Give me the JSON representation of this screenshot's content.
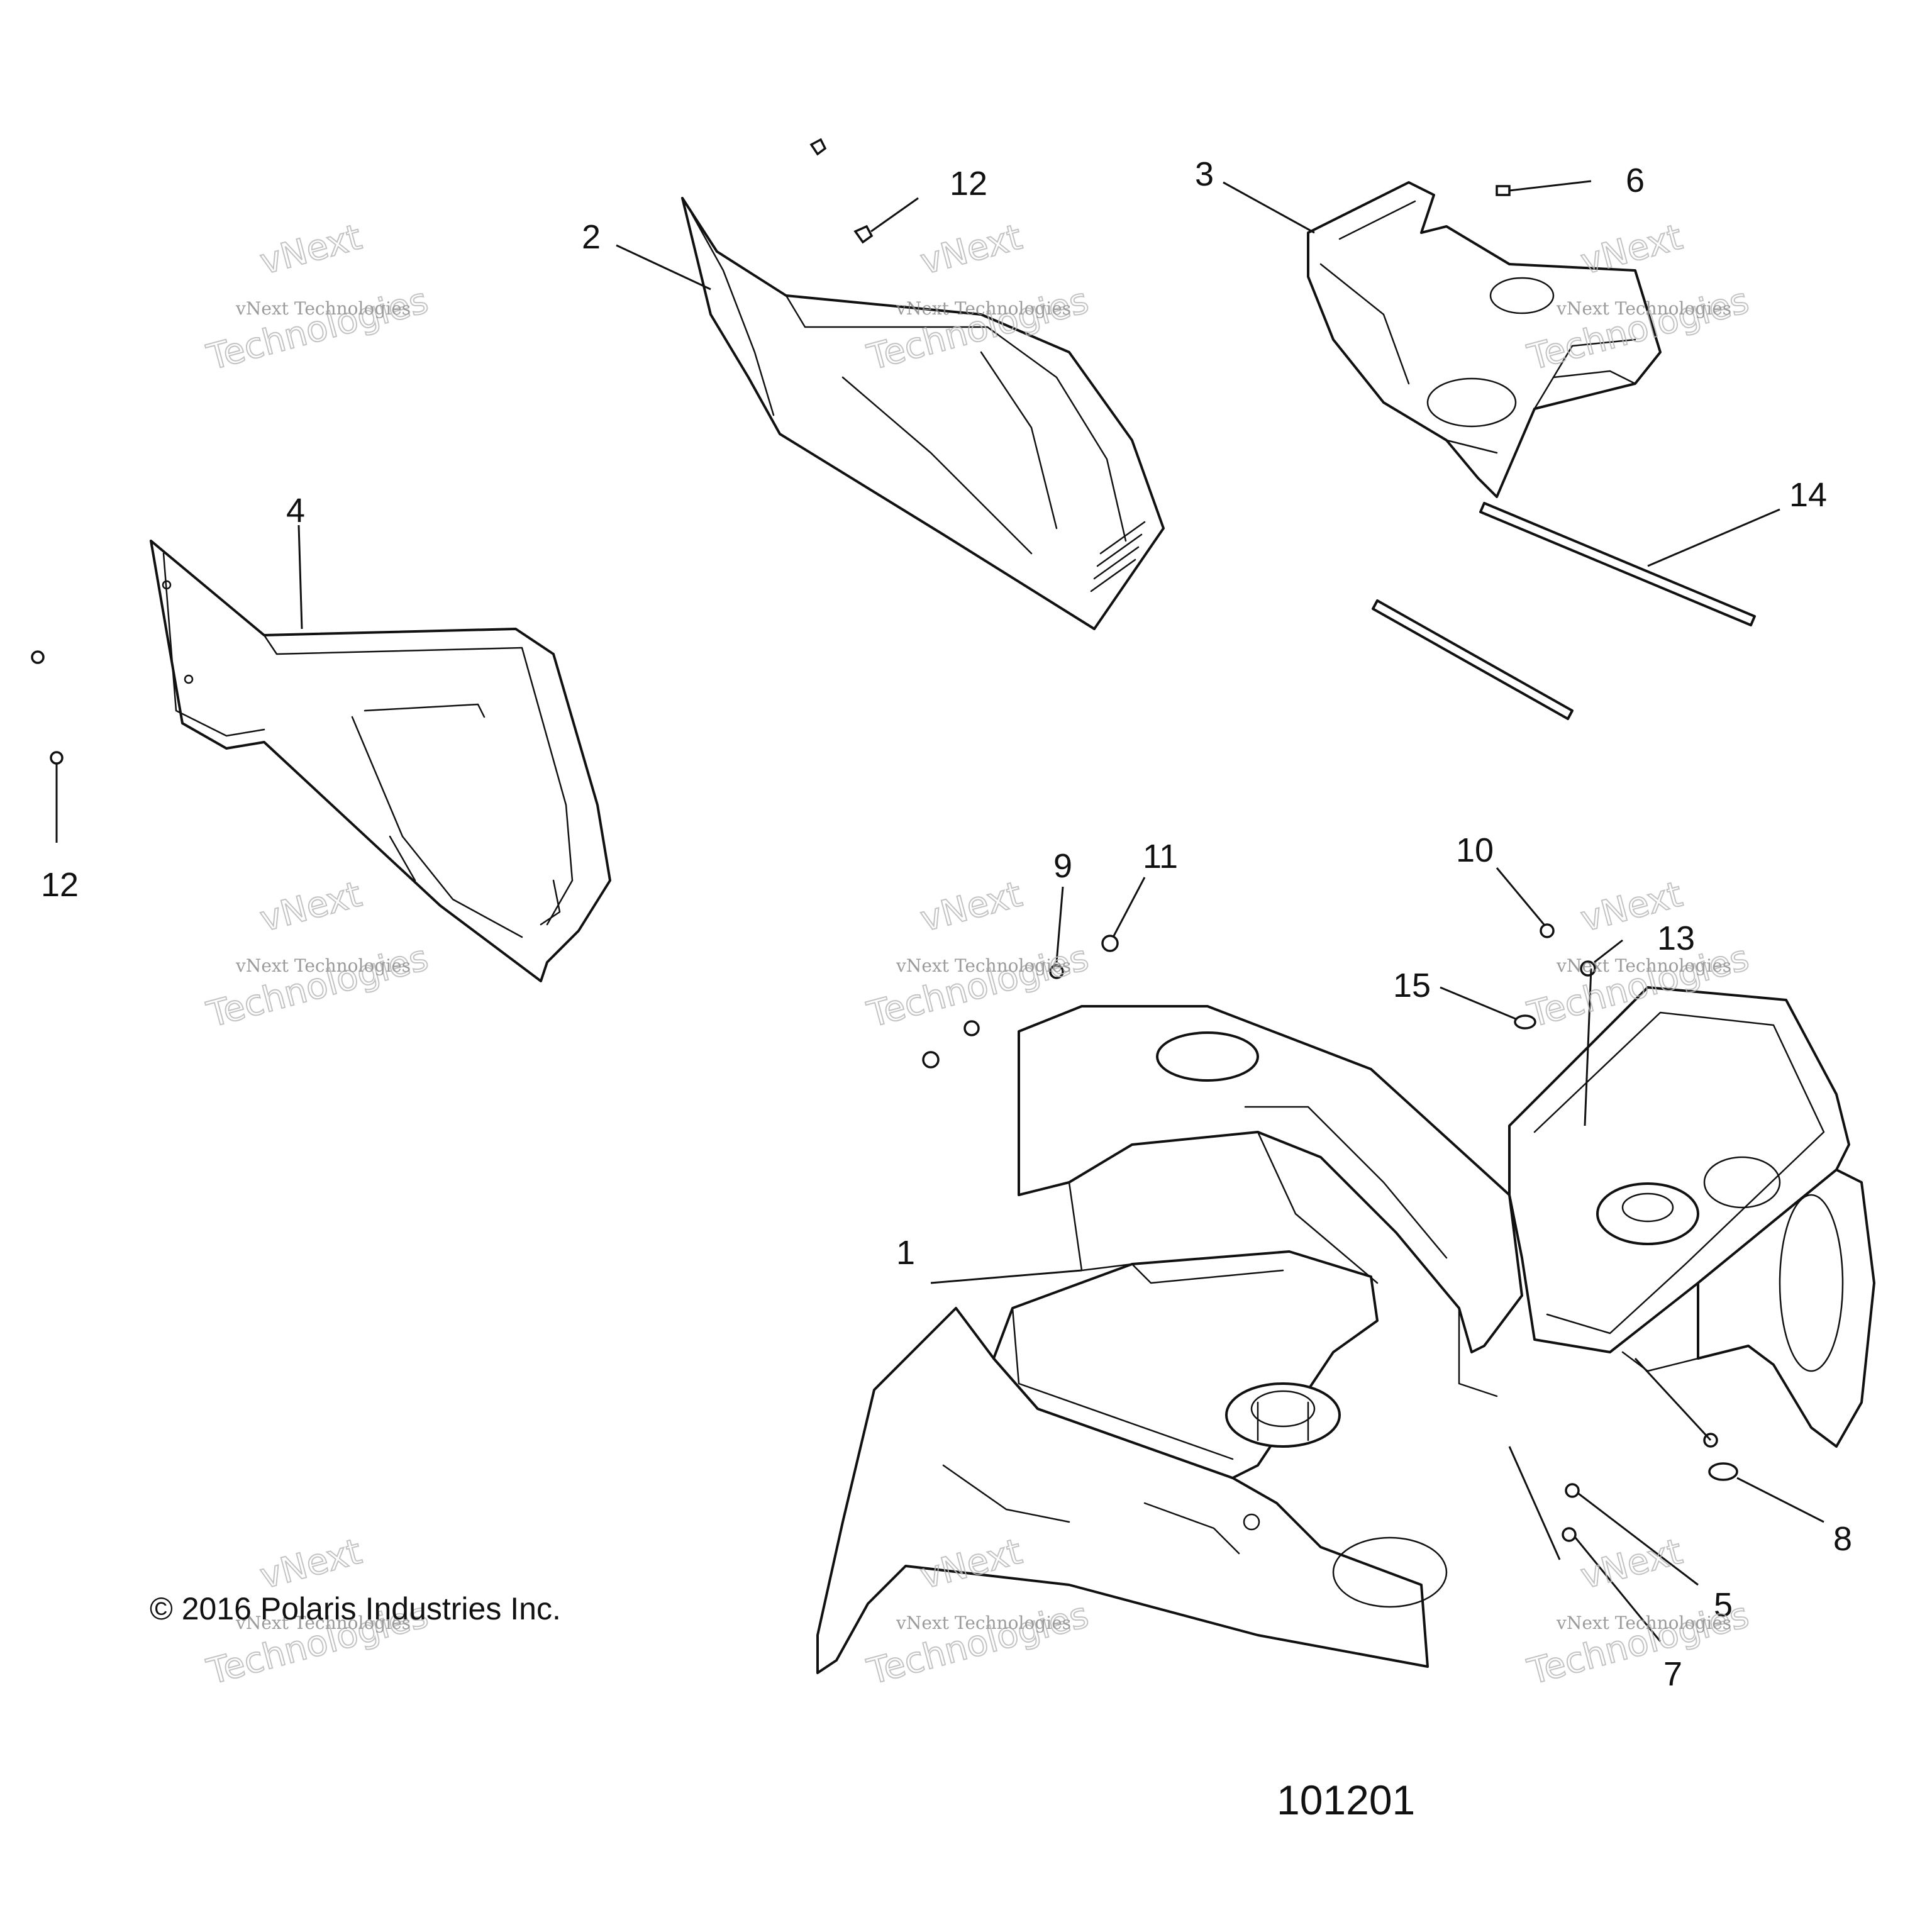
{
  "callouts": [
    {
      "id": "c1",
      "text": "1"
    },
    {
      "id": "c2",
      "text": "2"
    },
    {
      "id": "c3",
      "text": "3"
    },
    {
      "id": "c4",
      "text": "4"
    },
    {
      "id": "c5",
      "text": "5"
    },
    {
      "id": "c6",
      "text": "6"
    },
    {
      "id": "c7",
      "text": "7"
    },
    {
      "id": "c8",
      "text": "8"
    },
    {
      "id": "c9",
      "text": "9"
    },
    {
      "id": "c10",
      "text": "10"
    },
    {
      "id": "c11",
      "text": "11"
    },
    {
      "id": "c12a",
      "text": "12"
    },
    {
      "id": "c12b",
      "text": "12"
    },
    {
      "id": "c13",
      "text": "13"
    },
    {
      "id": "c14",
      "text": "14"
    },
    {
      "id": "c15",
      "text": "15"
    }
  ],
  "copyright": "© 2016 Polaris Industries Inc.",
  "drawing_number": "101201",
  "watermark": {
    "line_small": "vNext Technologies",
    "line_big_1": "vNext",
    "line_big_2": "Technologies"
  }
}
